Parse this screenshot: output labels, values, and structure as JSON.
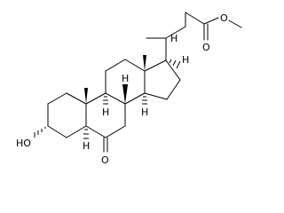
{
  "labels": {
    "hydroxyl": "HO",
    "ketone_oxygen": "O",
    "ester_carbonyl_oxygen": "O",
    "ester_ether_oxygen": "O",
    "h5": "H",
    "h8": "H",
    "h9": "H",
    "h14": "H",
    "h17": "H",
    "h20": "H"
  },
  "colors": {
    "ink": "#000000",
    "background": "#ffffff"
  }
}
